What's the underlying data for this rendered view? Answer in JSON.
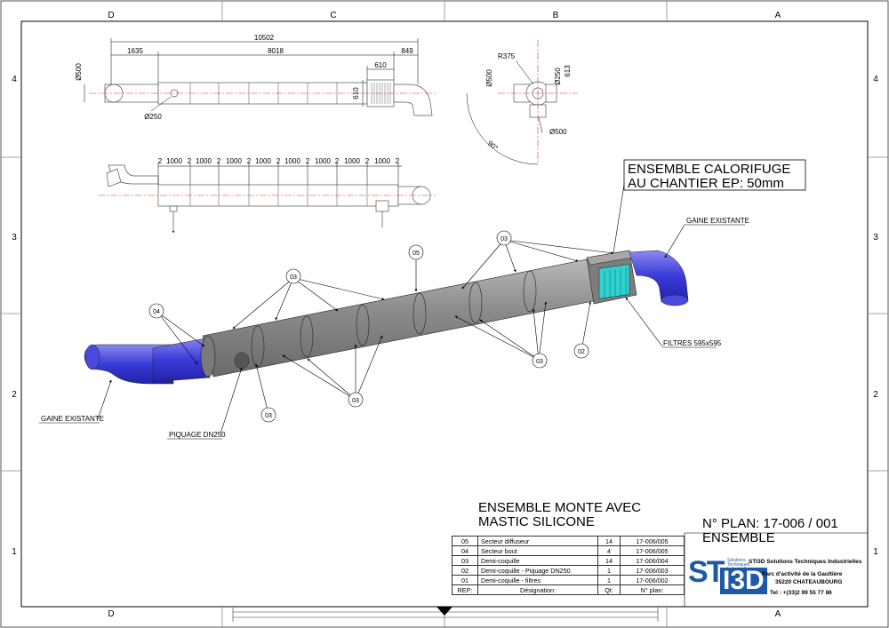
{
  "frame": {
    "zone_letters": [
      "D",
      "C",
      "B",
      "A"
    ],
    "zone_numbers": [
      "4",
      "3",
      "2",
      "1"
    ]
  },
  "top_view": {
    "dims": {
      "overall": "10502",
      "left": "1635",
      "middle": "8018",
      "right": "849",
      "box": "610",
      "box_height": "610",
      "diam_left": "Ø500",
      "piquage": "Ø250"
    }
  },
  "side_view": {
    "segments": [
      "2",
      "1000",
      "2",
      "1000",
      "2",
      "1000",
      "2",
      "1000",
      "2",
      "1000",
      "2",
      "1000",
      "2",
      "1000",
      "2",
      "1000",
      "2"
    ]
  },
  "detail_view": {
    "radius": "R375",
    "diam_top": "Ø500",
    "diam_250": "Ø250",
    "dim_613": "613",
    "diam_bottom": "Ø500",
    "angle": "90°"
  },
  "callouts": {
    "calorifuge_line1": "ENSEMBLE CALORIFUGE",
    "calorifuge_line2": "AU CHANTIER EP: 50mm",
    "gaine_top": "GAINE EXISTANTE",
    "gaine_left": "GAINE EXISTANTE",
    "filtres": "FILTRES 595x595",
    "piquage": "PIQUAGE DN250",
    "balloons": {
      "b05": "05",
      "b03_top": "03",
      "b03_upper": "03",
      "b04": "04",
      "b03_right": "03",
      "b02": "02",
      "b03_lower": "03",
      "b03_bottom": "03"
    }
  },
  "title_note": {
    "line1": "ENSEMBLE MONTE AVEC",
    "line2": "MASTIC SILICONE"
  },
  "plan": {
    "number": "N° PLAN: 17-006 / 001",
    "name": "ENSEMBLE"
  },
  "bom": {
    "rows": [
      {
        "rep": "05",
        "designation": "Secteur diffuseur",
        "qty": "14",
        "plan": "17-006/005"
      },
      {
        "rep": "04",
        "designation": "Secteur bout",
        "qty": "4",
        "plan": "17-006/005"
      },
      {
        "rep": "03",
        "designation": "Demi-coquille",
        "qty": "14",
        "plan": "17-006/004"
      },
      {
        "rep": "02",
        "designation": "Demi-coquille - Piquage DN250",
        "qty": "1",
        "plan": "17-006/003"
      },
      {
        "rep": "01",
        "designation": "Demi-coquille - filtres",
        "qty": "1",
        "plan": "17-006/002"
      }
    ],
    "header": {
      "rep": "REP:",
      "designation": "Désignation:",
      "qty": "Qt:",
      "plan": "N° plan:"
    }
  },
  "company": {
    "logo_st": "ST",
    "logo_3d": "I3D",
    "logo_sub": "Solutions Techniques Industrielles",
    "name": "STI3D Solutions Techniques Industrielles",
    "address1": "Parc d'activité de la Gaultière",
    "address2": "35220 CHATEAUBOURG",
    "phone": "Tel : +(33)2 99 55 77 86"
  },
  "colors": {
    "duct": "#8c8c8c",
    "elbow": "#3a3ad8",
    "filter": "#2fd1d1",
    "logo": "#1d59a8",
    "centerline": "#e03030"
  }
}
